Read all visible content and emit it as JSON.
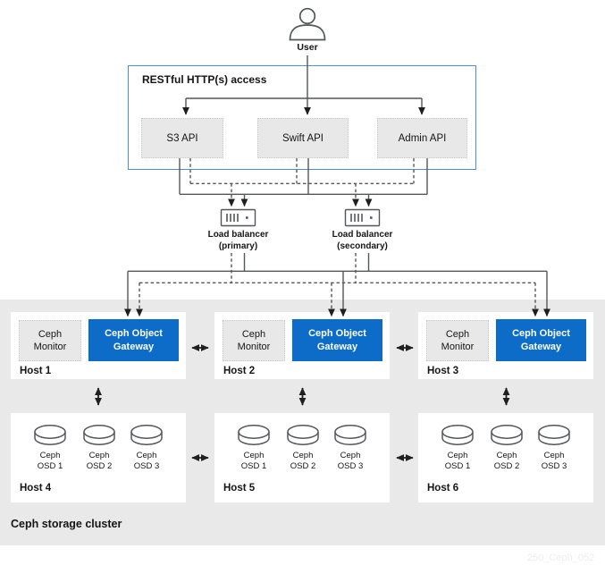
{
  "user": {
    "label": "User"
  },
  "access": {
    "title": "RESTful HTTP(s) access",
    "apis": [
      {
        "label": "S3 API"
      },
      {
        "label": "Swift API"
      },
      {
        "label": "Admin API"
      }
    ]
  },
  "load_balancers": [
    {
      "label": "Load balancer (primary)"
    },
    {
      "label": "Load balancer (secondary)"
    }
  ],
  "cluster": {
    "label": "Ceph storage cluster",
    "gateway_hosts": [
      {
        "name": "Host 1",
        "monitor_label": "Ceph Monitor",
        "gateway_label": "Ceph Object Gateway"
      },
      {
        "name": "Host 2",
        "monitor_label": "Ceph Monitor",
        "gateway_label": "Ceph Object Gateway"
      },
      {
        "name": "Host 3",
        "monitor_label": "Ceph Monitor",
        "gateway_label": "Ceph Object Gateway"
      }
    ],
    "osd_hosts": [
      {
        "name": "Host 4",
        "osd_labels": [
          "Ceph OSD 1",
          "Ceph OSD 2",
          "Ceph OSD 3"
        ]
      },
      {
        "name": "Host 5",
        "osd_labels": [
          "Ceph OSD 1",
          "Ceph OSD 2",
          "Ceph OSD 3"
        ]
      },
      {
        "name": "Host 6",
        "osd_labels": [
          "Ceph OSD 1",
          "Ceph OSD 2",
          "Ceph OSD 3"
        ]
      }
    ]
  },
  "watermark": "250_Ceph_052",
  "icons": {
    "user": "user-icon",
    "load_balancer": "load-balancer-icon",
    "osd": "disk-icon"
  },
  "colors": {
    "gateway-blue": "#0d6cc8",
    "access-border-blue": "#4a90d2",
    "box-gray": "#e8e8e8",
    "band-gray": "#e9e9e9",
    "line-gray": "#54565a",
    "arrow-black": "#1f1f1f"
  }
}
